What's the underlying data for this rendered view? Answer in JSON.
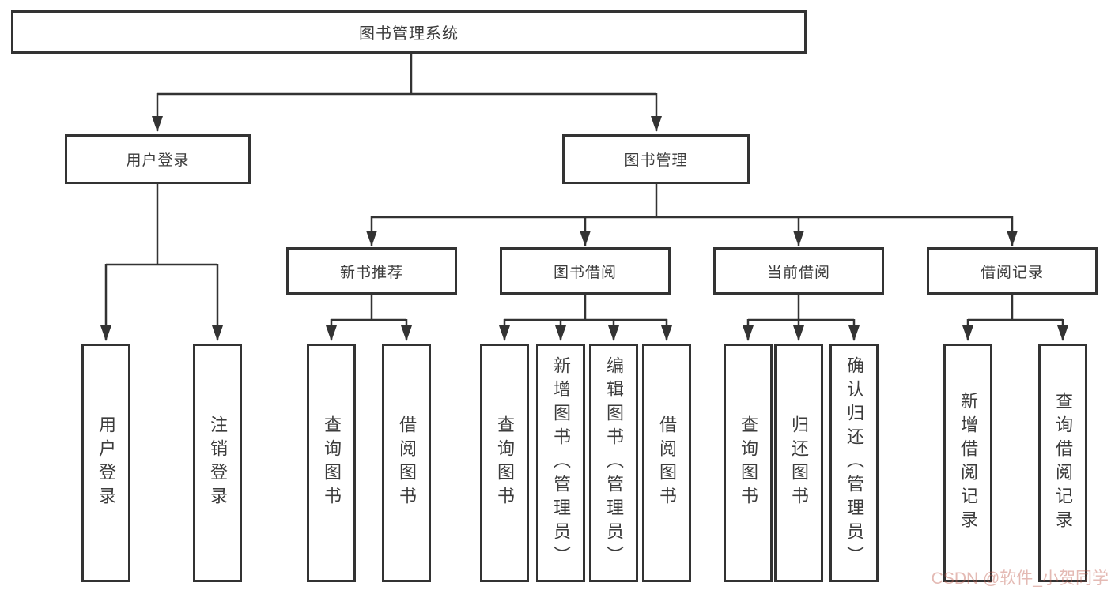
{
  "tree": {
    "root": {
      "label": "图书管理系统"
    },
    "branches": [
      {
        "label": "用户登录",
        "leaves": [
          "用户登录",
          "注销登录"
        ]
      },
      {
        "label": "图书管理",
        "children": [
          {
            "label": "新书推荐",
            "leaves": [
              "查询图书",
              "借阅图书"
            ]
          },
          {
            "label": "图书借阅",
            "leaves": [
              "查询图书",
              "新增图书（管理员）",
              "编辑图书（管理员）",
              "借阅图书"
            ]
          },
          {
            "label": "当前借阅",
            "leaves": [
              "查询图书",
              "归还图书",
              "确认归还（管理员）"
            ]
          },
          {
            "label": "借阅记录",
            "leaves": [
              "新增借阅记录",
              "查询借阅记录"
            ]
          }
        ]
      }
    ]
  },
  "watermark": {
    "text": "CSDN @软件_小贺同学"
  },
  "colors": {
    "line": "#333333",
    "box_border": "#333333",
    "text": "#3c3c3c",
    "background": "#ffffff",
    "watermark": "rgba(190,91,77,0.42)"
  }
}
